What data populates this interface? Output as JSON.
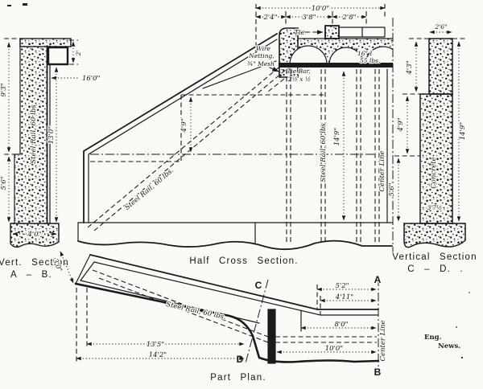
{
  "vab": {
    "title1": "Vert. Section",
    "title2": "A – B.",
    "d_93": "9'3\"",
    "d_56": "5'6\"",
    "d_130": "13'0\"",
    "d_40": "4'0\"",
    "d_2": "2'",
    "d_160": "16'0\"",
    "rail": "Steel Rail, 60 lbs"
  },
  "hcs": {
    "title": "Half Cross Section.",
    "d_100": "10'0\"",
    "d_24": "2'4\"",
    "d_38": "3'8\"",
    "d_28": "2'8\"",
    "d_49": "4'9\"",
    "d_149": "14'9\"",
    "tie": "Tie",
    "wire1": "Wire",
    "wire2": "Netting,",
    "wire3": "¾\" Mesh",
    "tiebar1": "Tie Bar,",
    "tiebar2": "2½ x ½",
    "beam1": "16\" I",
    "beam2": "55 lbs.",
    "rail_diag": "Steel Rail, 60 lbs.",
    "rail_vert": "Steel Rail, 60 lbs",
    "centerline": "Center Line"
  },
  "plan": {
    "title": "Part Plan.",
    "d_52": "5'2\"",
    "d_411": "4'11\"",
    "d_80": "8'0\"",
    "d_100": "10'0\"",
    "d_135": "13'5\"",
    "d_142": "14'2\"",
    "d_30": "3'0\"",
    "rail": "Steel Rail, 60 lbs.",
    "centerline": "Center Line",
    "pA": "A",
    "pB": "B",
    "pC": "C",
    "pD": "D"
  },
  "vcd": {
    "title1": "Vertical Section",
    "title2": "C – D. .",
    "d_26": "2'6\"",
    "d_43": "4'3\"",
    "d_49": "4'9\"",
    "d_56": "5'6\"",
    "d_149": "14'9\"",
    "d_375": "3'7½",
    "concrete": "Concrete"
  },
  "credit1": "Eng.",
  "credit2": "News."
}
